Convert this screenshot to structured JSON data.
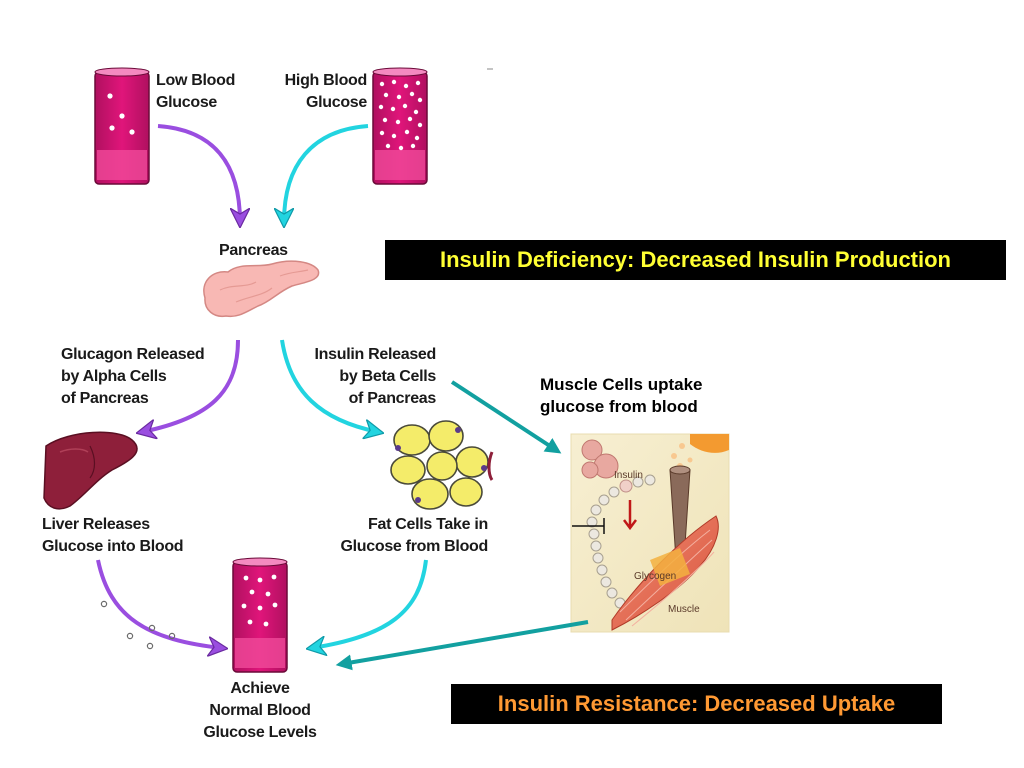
{
  "cycle": {
    "low_glucose": [
      "Low Blood",
      "Glucose"
    ],
    "high_glucose": [
      "High Blood",
      "Glucose"
    ],
    "pancreas": "Pancreas",
    "glucagon": [
      "Glucagon Released",
      "by Alpha Cells",
      "of Pancreas"
    ],
    "insulin_released": [
      "Insulin Released",
      "by Beta Cells",
      "of Pancreas"
    ],
    "liver": [
      "Liver Releases",
      "Glucose into Blood"
    ],
    "fat_cells": [
      "Fat Cells Take in",
      "Glucose from Blood"
    ],
    "normal": [
      "Achieve",
      "Normal Blood",
      "Glucose Levels"
    ]
  },
  "banners": {
    "deficiency": "Insulin Deficiency:  Decreased Insulin Production",
    "resistance": "Insulin Resistance:  Decreased Uptake"
  },
  "muscle_panel": {
    "caption": [
      "Muscle Cells uptake",
      "glucose from blood"
    ],
    "insulin": "Insulin",
    "glycogen": "Glycogen",
    "muscle": "Muscle"
  },
  "colors": {
    "magenta_tube": "#e0157a",
    "tube_dark": "#8a0f45",
    "purple_arrow": "#9a4ee0",
    "cyan_arrow": "#22d4e0",
    "teal_pointer": "#12a0a0",
    "deficiency_text": "#ffff33",
    "resistance_text": "#ff9933"
  }
}
